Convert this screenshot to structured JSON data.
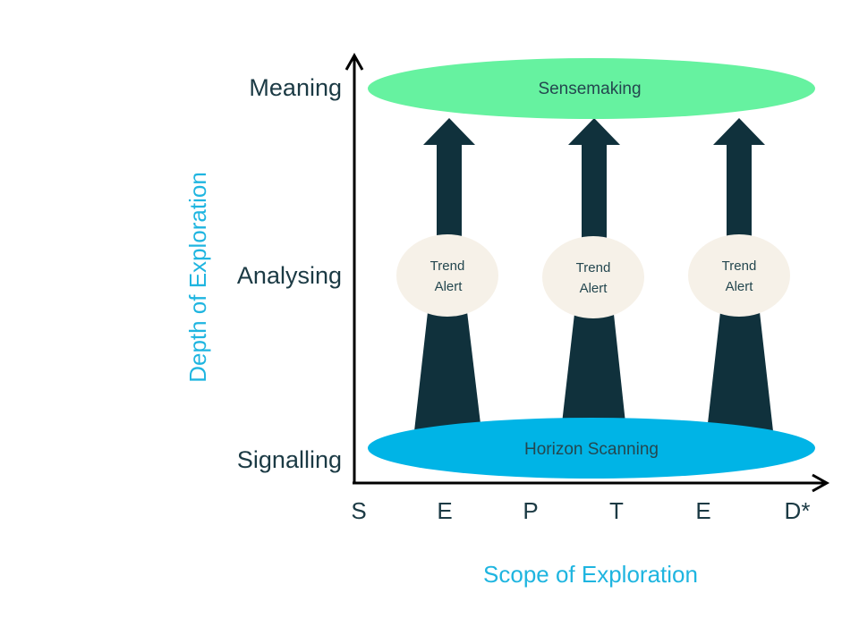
{
  "diagram": {
    "y_axis_title": "Depth of Exploration",
    "x_axis_title": "Scope of Exploration",
    "y_levels": [
      "Meaning",
      "Analysing",
      "Signalling"
    ],
    "x_categories": [
      "S",
      "E",
      "P",
      "T",
      "E",
      "D*"
    ],
    "top_oval": "Sensemaking",
    "bottom_oval": "Horizon Scanning",
    "trend_alerts": [
      {
        "line1": "Trend",
        "line2": "Alert"
      },
      {
        "line1": "Trend",
        "line2": "Alert"
      },
      {
        "line1": "Trend",
        "line2": "Alert"
      }
    ],
    "colors": {
      "axis": "#000000",
      "arrow": "#10313c",
      "top_oval": "#66f2a0",
      "bottom_oval": "#00b4e6",
      "alert_circle": "#f6f1e8",
      "axis_title": "#1fb5e0",
      "label": "#1b3a44"
    }
  }
}
